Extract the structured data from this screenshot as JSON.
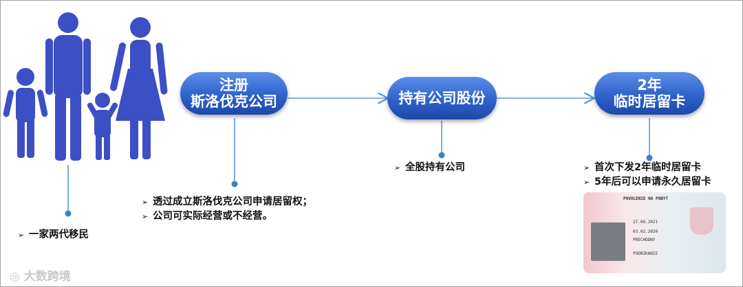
{
  "steps": [
    {
      "line1": "注册",
      "line2": "斯洛伐克公司"
    },
    {
      "line1": "持有公司股份",
      "line2": ""
    },
    {
      "line1": "2年",
      "line2": "临时居留卡"
    }
  ],
  "notes": {
    "family": [
      "一家两代移民"
    ],
    "register": [
      "透过成立斯洛伐克公司申请居留权；",
      "公司可实际经营或不经营。"
    ],
    "shares": [
      "全股持有公司"
    ],
    "card": [
      "首次下发2年临时居留卡",
      "5年后可以申请永久居留卡"
    ]
  },
  "permit_card": {
    "title": "POVOLENIE NA POBYT",
    "date1": "27.08.2021",
    "date2": "03.02.2020",
    "type": "PRECHODNY",
    "purpose": "PODNIKANIE"
  },
  "watermark": "大数跨境",
  "colors": {
    "figure": "#3d4fc4",
    "pill": "#2f62cc",
    "line": "#5c9ad6"
  }
}
